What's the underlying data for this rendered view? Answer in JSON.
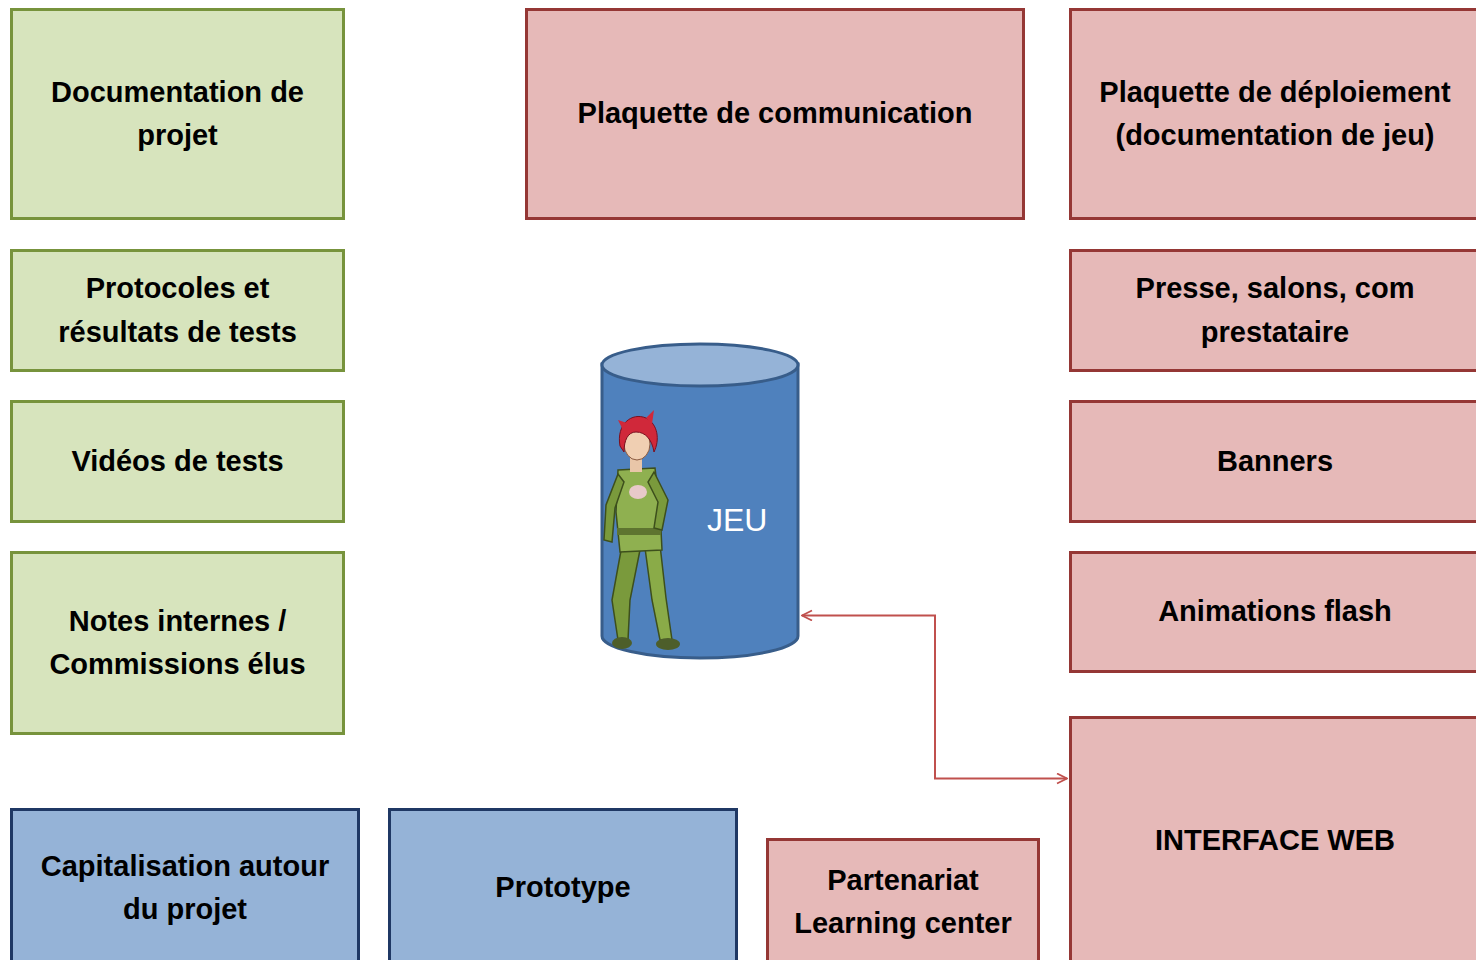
{
  "diagram": {
    "nodes": [
      {
        "text": [
          "Documentation de projet"
        ]
      },
      {
        "text": [
          "Plaquette de communication"
        ]
      },
      {
        "text": [
          "Plaquette de déploiement (documentation de jeu)"
        ]
      },
      {
        "text": [
          "Protocoles et résultats de tests"
        ]
      },
      {
        "text": [
          "Presse, salons, com prestataire"
        ]
      },
      {
        "text": [
          "JEU"
        ]
      },
      {
        "text": [
          "Vidéos de tests"
        ]
      },
      {
        "text": [
          "Banners"
        ]
      },
      {
        "text": [
          "Notes internes / Commissions élus"
        ]
      },
      {
        "text": [
          "Animations flash"
        ]
      },
      {
        "text": [
          "INTERFACE WEB"
        ]
      },
      {
        "text": [
          "Capitalisation autour du projet"
        ]
      },
      {
        "text": [
          "Prototype"
        ]
      },
      {
        "text": [
          "Partenariat Learning center"
        ]
      }
    ],
    "edges": [
      {
        "from": 5,
        "to": 10,
        "arrow": "both"
      }
    ]
  }
}
